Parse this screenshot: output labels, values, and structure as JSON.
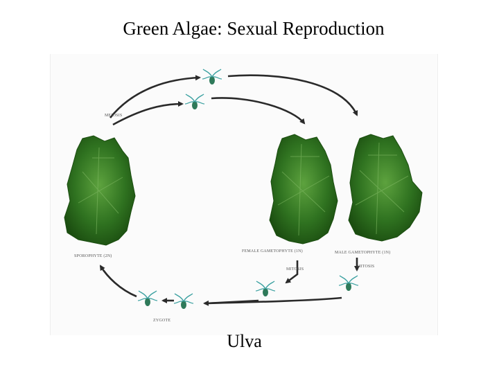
{
  "title": "Green Algae: Sexual Reproduction",
  "caption": "Ulva",
  "labels": {
    "meiosis": "MEIOSIS",
    "sporophyte": "SPOROPHYTE (2N)",
    "female_gametophyte": "FEMALE GAMETOPHYTE (1N)",
    "male_gametophyte": "MALE GAMETOPHYTE (1N)",
    "mitosis_female": "MITOSIS",
    "mitosis_male": "MITOSIS",
    "zygote": "ZYGOTE"
  },
  "colors": {
    "thallus_dark": "#1f5a14",
    "thallus_mid": "#3f8a2a",
    "thallus_light": "#7fb862",
    "spore_body": "#2f7a5a",
    "flagella": "#3aa0a0",
    "arrow": "#2a2a2a"
  }
}
